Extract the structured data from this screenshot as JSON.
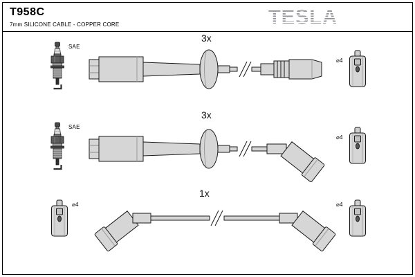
{
  "header": {
    "part_number": "T958C",
    "subtitle": "7mm SILICONE CABLE - COPPER CORE",
    "brand": "TESLA"
  },
  "rows": [
    {
      "quantity": "3x",
      "left_label": "SAE",
      "right_label": "⌀4"
    },
    {
      "quantity": "3x",
      "left_label": "SAE",
      "right_label": "⌀4"
    },
    {
      "quantity": "1x",
      "left_label": "⌀4",
      "right_label": "⌀4"
    }
  ],
  "icons": {
    "spark_plug": "spark-plug-icon",
    "terminal_cap": "terminal-icon",
    "break_mark": "cable-break-icon"
  },
  "colors": {
    "line": "#1a1a1a",
    "part_fill": "#d6d6d6",
    "brand_gray": "#97979b"
  }
}
